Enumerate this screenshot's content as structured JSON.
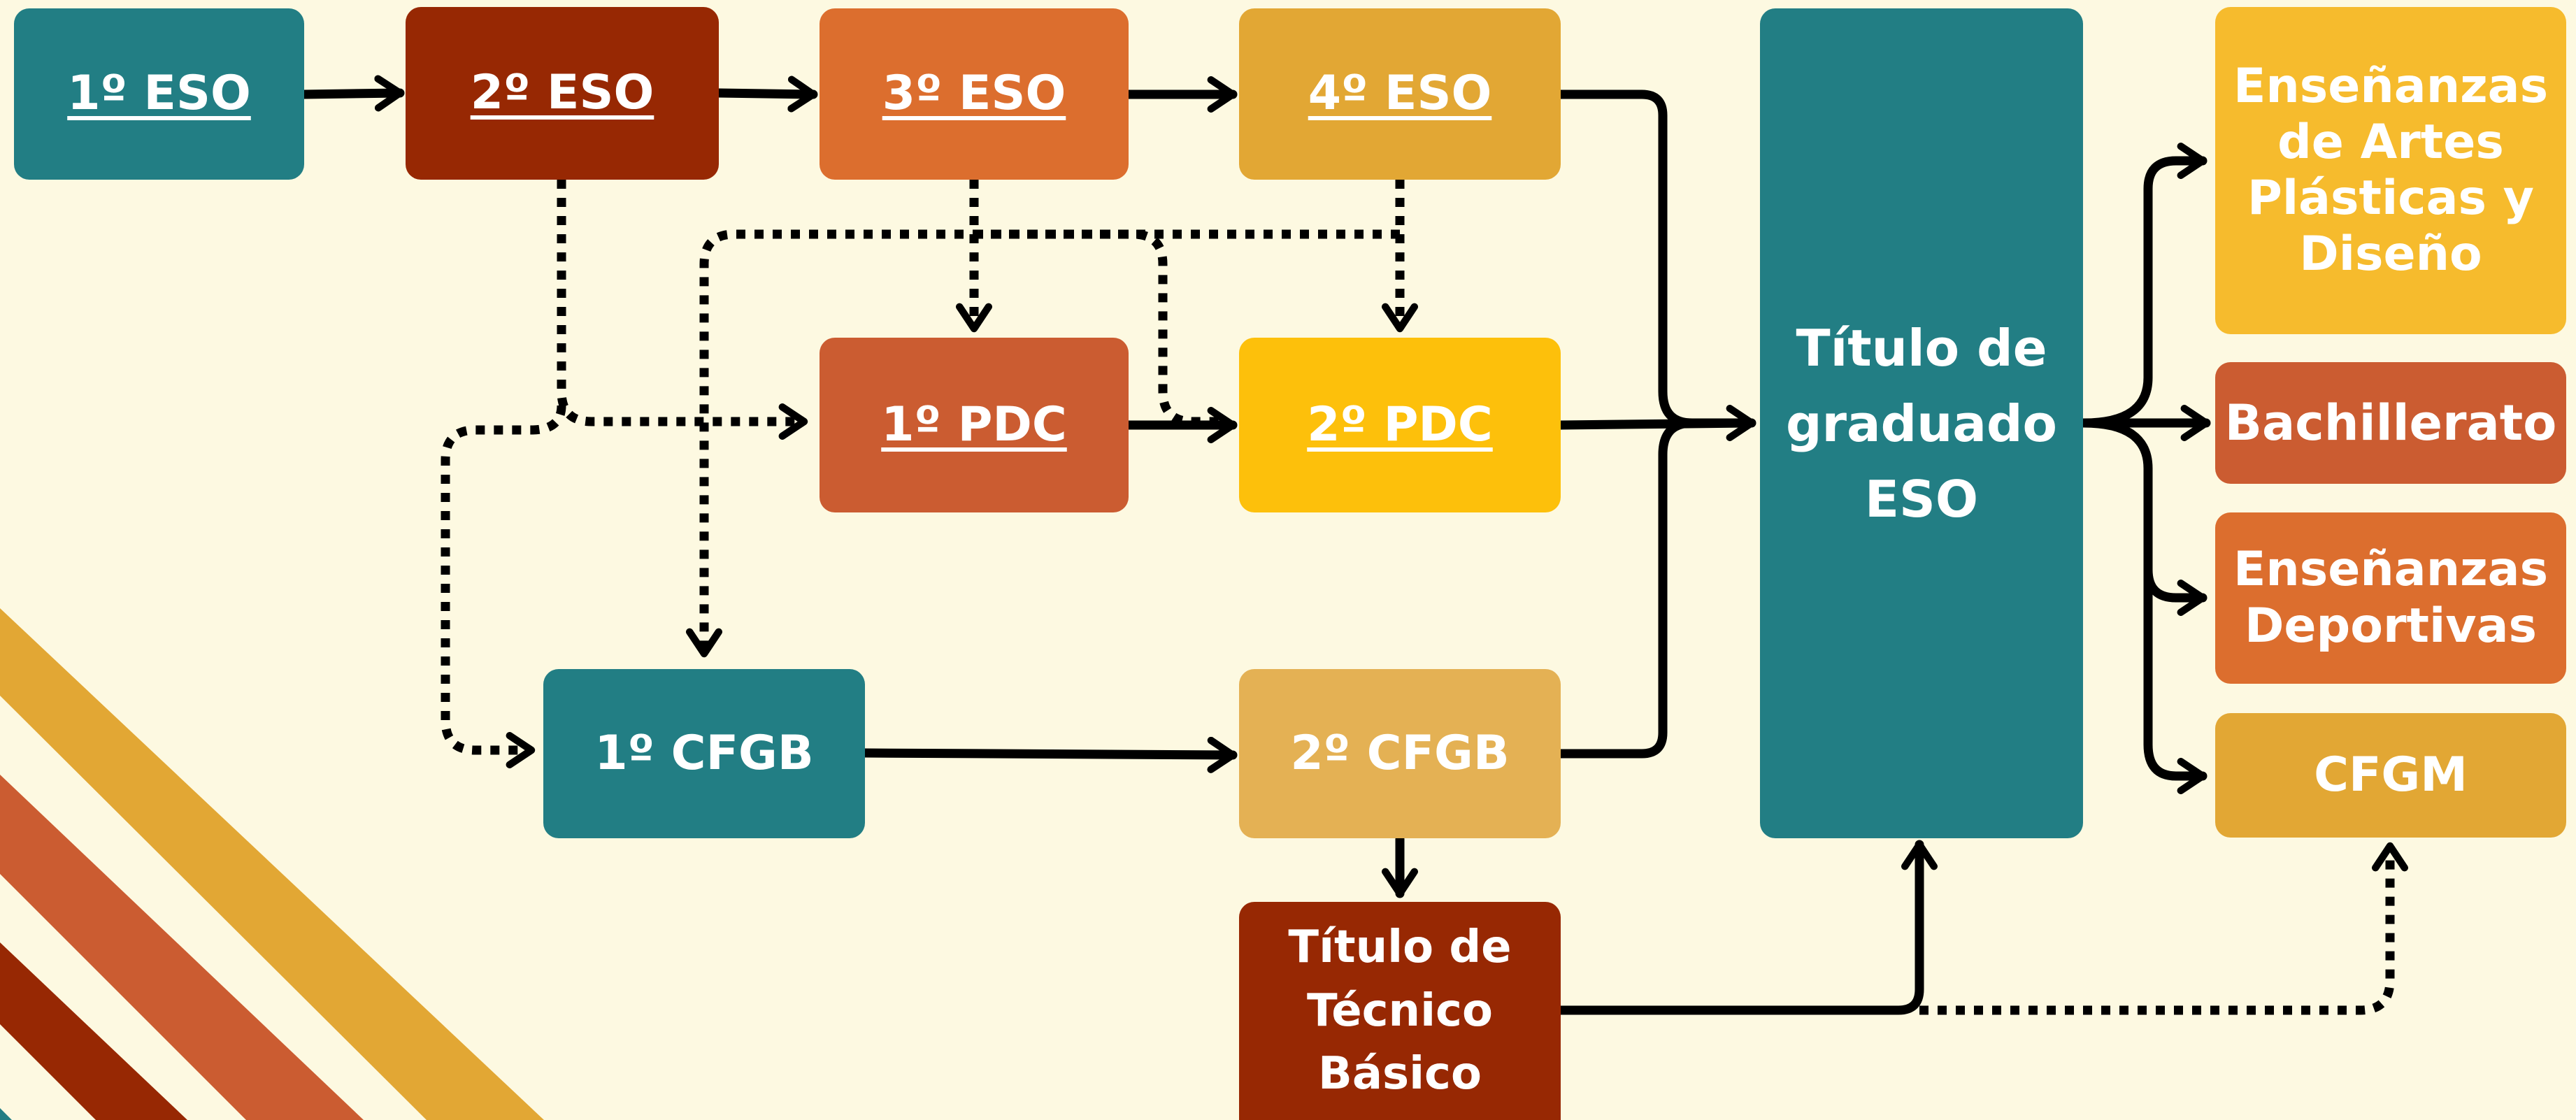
{
  "colors": {
    "background": "#FDF9E1",
    "teal": "#227E84",
    "dark_red": "#972803",
    "orange": "#DC6E2E",
    "gold": "#E2A734",
    "rust": "#CB5C31",
    "yellow": "#FDC00B",
    "light_gold": "#E4B154",
    "sunny": "#F6BB2D",
    "connector": "#000000"
  },
  "nodes": {
    "eso1": {
      "label": "1º ESO",
      "color": "#227E84"
    },
    "eso2": {
      "label": "2º ESO",
      "color": "#972803"
    },
    "eso3": {
      "label": "3º ESO",
      "color": "#DC6E2E"
    },
    "eso4": {
      "label": "4º ESO",
      "color": "#E2A734"
    },
    "pdc1": {
      "label": "1º PDC",
      "color": "#CB5C31"
    },
    "pdc2": {
      "label": "2º PDC",
      "color": "#FDC00B"
    },
    "cfgb1": {
      "label": "1º CFGB",
      "color": "#227E84"
    },
    "cfgb2": {
      "label": "2º CFGB",
      "color": "#E4B154"
    },
    "tecnico": {
      "label": "Título de\nTécnico\nBásico",
      "color": "#972803"
    },
    "graduado": {
      "label": "Título de\ngraduado\nESO",
      "color": "#227E84"
    },
    "artes": {
      "label": "Enseñanzas\nde Artes\nPlásticas y\nDiseño",
      "color": "#F6BB2D"
    },
    "bach": {
      "label": "Bachillerato",
      "color": "#CB5C31"
    },
    "deportivas": {
      "label": "Enseñanzas\nDeportivas",
      "color": "#DC6E2E"
    },
    "cfgm": {
      "label": "CFGM",
      "color": "#E2A734"
    }
  },
  "edges": [
    {
      "from": "eso1",
      "to": "eso2",
      "style": "solid"
    },
    {
      "from": "eso2",
      "to": "eso3",
      "style": "solid"
    },
    {
      "from": "eso3",
      "to": "eso4",
      "style": "solid"
    },
    {
      "from": "eso4",
      "to": "graduado",
      "style": "solid"
    },
    {
      "from": "eso2",
      "to": "pdc1",
      "style": "dotted"
    },
    {
      "from": "eso2",
      "to": "cfgb1",
      "style": "dotted"
    },
    {
      "from": "eso3",
      "to": "pdc1",
      "style": "dotted"
    },
    {
      "from": "eso3",
      "to": "pdc2",
      "style": "dotted"
    },
    {
      "from": "eso4",
      "to": "pdc2",
      "style": "dotted"
    },
    {
      "from": "eso4",
      "to": "cfgb1",
      "style": "dotted"
    },
    {
      "from": "pdc1",
      "to": "pdc2",
      "style": "solid"
    },
    {
      "from": "pdc2",
      "to": "graduado",
      "style": "solid"
    },
    {
      "from": "cfgb1",
      "to": "cfgb2",
      "style": "solid"
    },
    {
      "from": "cfgb2",
      "to": "graduado",
      "style": "solid"
    },
    {
      "from": "cfgb2",
      "to": "tecnico",
      "style": "solid"
    },
    {
      "from": "tecnico",
      "to": "graduado",
      "style": "solid"
    },
    {
      "from": "tecnico",
      "to": "cfgm",
      "style": "dotted"
    },
    {
      "from": "graduado",
      "to": "artes",
      "style": "solid"
    },
    {
      "from": "graduado",
      "to": "bach",
      "style": "solid"
    },
    {
      "from": "graduado",
      "to": "deportivas",
      "style": "solid"
    },
    {
      "from": "graduado",
      "to": "cfgm",
      "style": "solid"
    }
  ]
}
